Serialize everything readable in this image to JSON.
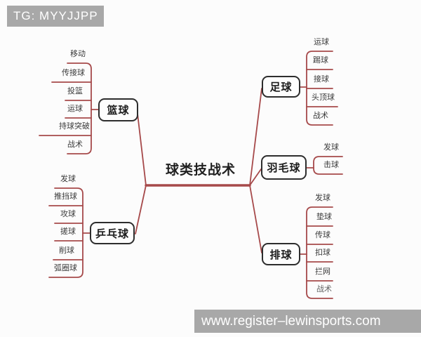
{
  "watermarks": {
    "top": "TG: MYYJJPP",
    "bottom": "www.register–lewinsports.com"
  },
  "colors": {
    "branch_line": "#a6494a",
    "node_border": "#2d2d2d",
    "node_fill": "#fdfdfd",
    "watermark_bg": "#a8a8a8",
    "watermark_text": "#ffffff",
    "background": "#fcfcfc"
  },
  "mindmap": {
    "title": "球类技战术",
    "branches": [
      {
        "label": "篮球",
        "side": "left",
        "items": [
          "移动",
          "传接球",
          "投篮",
          "运球",
          "持球突破",
          "战术"
        ]
      },
      {
        "label": "乒乓球",
        "side": "left",
        "items": [
          "发球",
          "推挡球",
          "攻球",
          "搓球",
          "削球",
          "弧圈球"
        ]
      },
      {
        "label": "足球",
        "side": "right",
        "items": [
          "运球",
          "踢球",
          "接球",
          "头顶球",
          "战术"
        ]
      },
      {
        "label": "羽毛球",
        "side": "right",
        "items": [
          "发球",
          "击球"
        ]
      },
      {
        "label": "排球",
        "side": "right",
        "items": [
          "发球",
          "垫球",
          "传球",
          "扣球",
          "拦网",
          "战术"
        ]
      }
    ]
  }
}
